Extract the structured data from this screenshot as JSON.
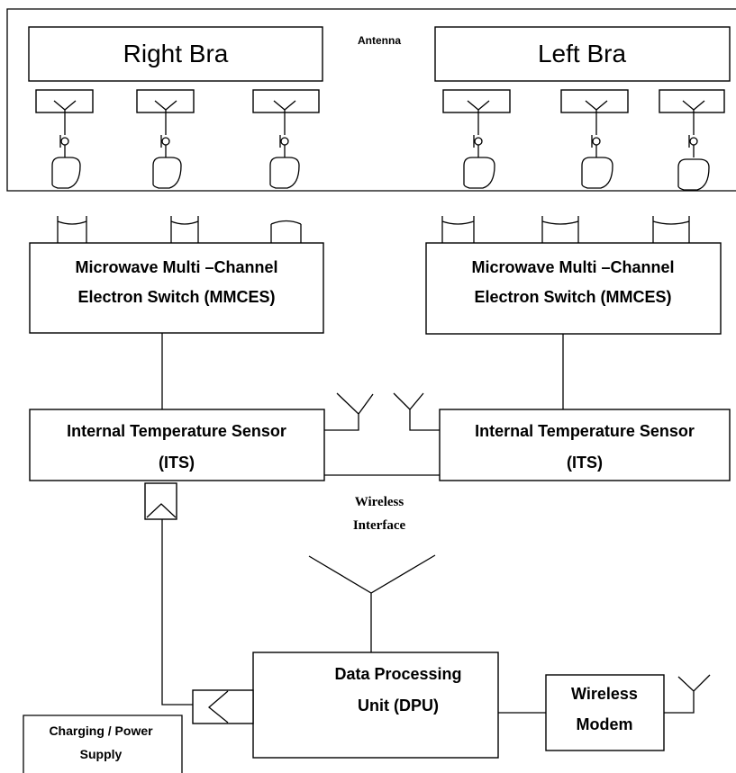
{
  "bra": {
    "right_label": "Right Bra",
    "left_label": "Left Bra",
    "antenna_label": "Antenna"
  },
  "mmces": {
    "right_line1": "Microwave Multi –Channel",
    "right_line2": "Electron Switch (MMCES)",
    "left_line1": "Microwave Multi –Channel",
    "left_line2": "Electron Switch (MMCES)"
  },
  "its": {
    "right_line1": "Internal Temperature Sensor",
    "right_line2": "(ITS)",
    "left_line1": "Internal Temperature Sensor",
    "left_line2": "(ITS)"
  },
  "wireless_interface": {
    "line1": "Wireless",
    "line2": "Interface"
  },
  "dpu": {
    "line1": "Data Processing",
    "line2": "Unit (DPU)"
  },
  "modem": {
    "line1": "Wireless",
    "line2": "Modem"
  },
  "power": {
    "line1": "Charging / Power",
    "line2": "Supply"
  }
}
